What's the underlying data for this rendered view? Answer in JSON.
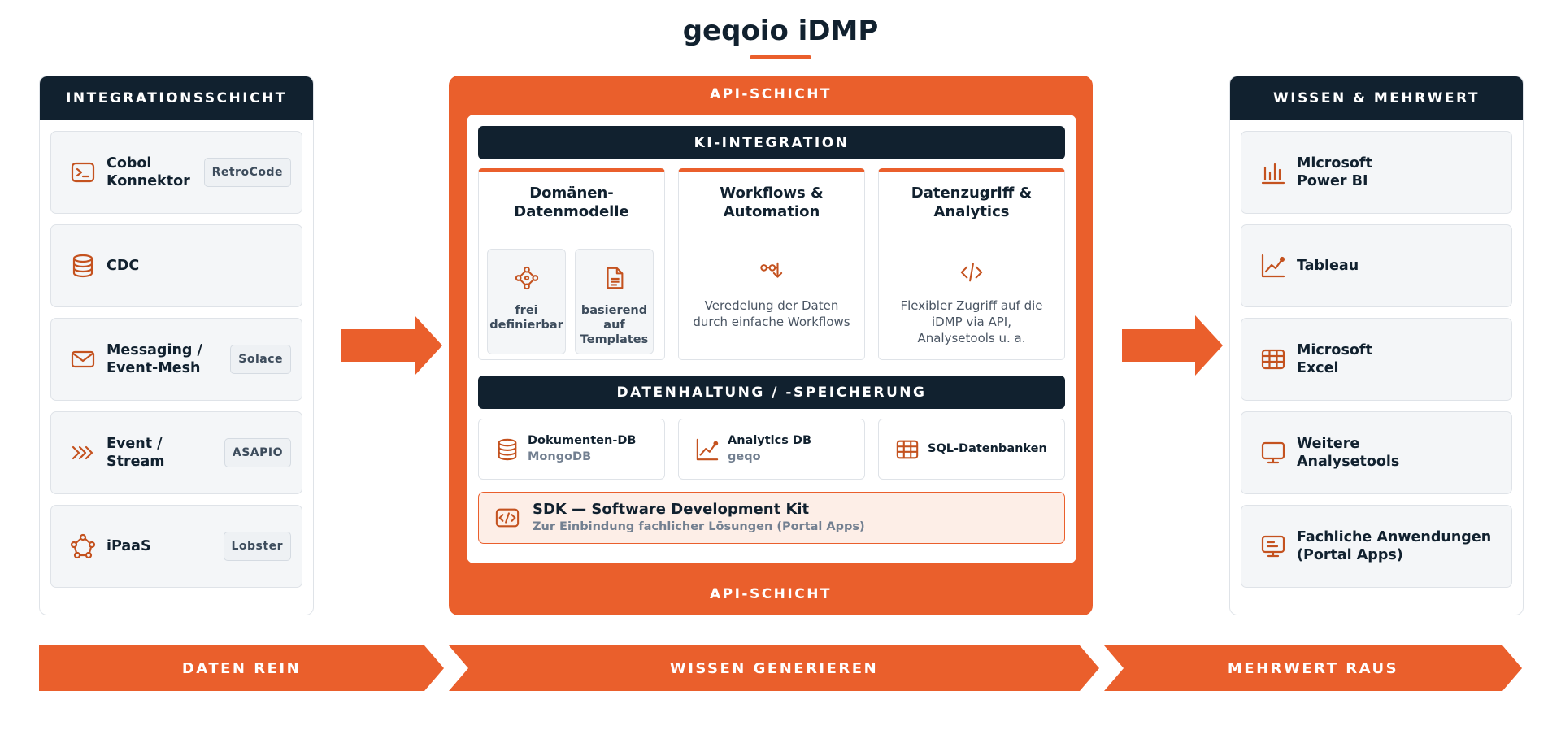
{
  "title": "geqoio iDMP",
  "colors": {
    "accent": "#ea5f2c",
    "navy": "#11212f"
  },
  "left": {
    "header": "INTEGRATIONSSCHICHT",
    "items": [
      {
        "icon": "terminal-icon",
        "label_1": "Cobol",
        "label_2": "Konnektor",
        "badge": "RetroCode"
      },
      {
        "icon": "database-icon",
        "label_1": "CDC",
        "label_2": "",
        "badge": ""
      },
      {
        "icon": "mail-icon",
        "label_1": "Messaging /",
        "label_2": "Event-Mesh",
        "badge": "Solace"
      },
      {
        "icon": "stream-chevrons-icon",
        "label_1": "Event /",
        "label_2": "Stream",
        "badge": "ASAPIO"
      },
      {
        "icon": "network-icon",
        "label_1": "iPaaS",
        "label_2": "",
        "badge": "Lobster"
      }
    ]
  },
  "center": {
    "api_top": "API-SCHICHT",
    "api_bottom": "API-SCHICHT",
    "ki_bar": "KI-INTEGRATION",
    "columns": [
      {
        "title_1": "Domänen-",
        "title_2": "Datenmodelle",
        "subs": [
          {
            "icon": "network-icon",
            "label_1": "frei",
            "label_2": "definierbar"
          },
          {
            "icon": "document-icon",
            "label_1": "basierend auf",
            "label_2": "Templates"
          }
        ]
      },
      {
        "title_1": "Workflows &",
        "title_2": "Automation",
        "icon": "workflow-icon",
        "desc_1": "Veredelung der Daten",
        "desc_2": "durch einfache Workflows",
        "desc_3": ""
      },
      {
        "title_1": "Datenzugriff &",
        "title_2": "Analytics",
        "icon": "code-icon",
        "desc_1": "Flexibler Zugriff auf die",
        "desc_2": "iDMP via API,",
        "desc_3": "Analysetools u. a."
      }
    ],
    "storage_bar": "DATENHALTUNG / -SPEICHERUNG",
    "databases": [
      {
        "icon": "database-icon",
        "name": "Dokumenten-DB",
        "sub": "MongoDB"
      },
      {
        "icon": "line-chart-icon",
        "name": "Analytics DB",
        "sub": "geqo"
      },
      {
        "icon": "table-icon",
        "name": "SQL-Datenbanken",
        "sub": ""
      }
    ],
    "sdk": {
      "title": "SDK — Software Development Kit",
      "subtitle": "Zur Einbindung fachlicher Lösungen (Portal Apps)"
    }
  },
  "right": {
    "header": "WISSEN & MEHRWERT",
    "items": [
      {
        "icon": "bar-chart-icon",
        "label_1": "Microsoft",
        "label_2": "Power BI"
      },
      {
        "icon": "line-chart-icon",
        "label_1": "Tableau",
        "label_2": ""
      },
      {
        "icon": "table-icon",
        "label_1": "Microsoft",
        "label_2": "Excel"
      },
      {
        "icon": "monitor-icon",
        "label_1": "Weitere",
        "label_2": "Analysetools"
      },
      {
        "icon": "app-window-icon",
        "label_1": "Fachliche Anwendungen",
        "label_2": "(Portal Apps)"
      }
    ]
  },
  "bottom": [
    {
      "label": "DATEN REIN"
    },
    {
      "label": "WISSEN GENERIEREN"
    },
    {
      "label": "MEHRWERT RAUS"
    }
  ]
}
